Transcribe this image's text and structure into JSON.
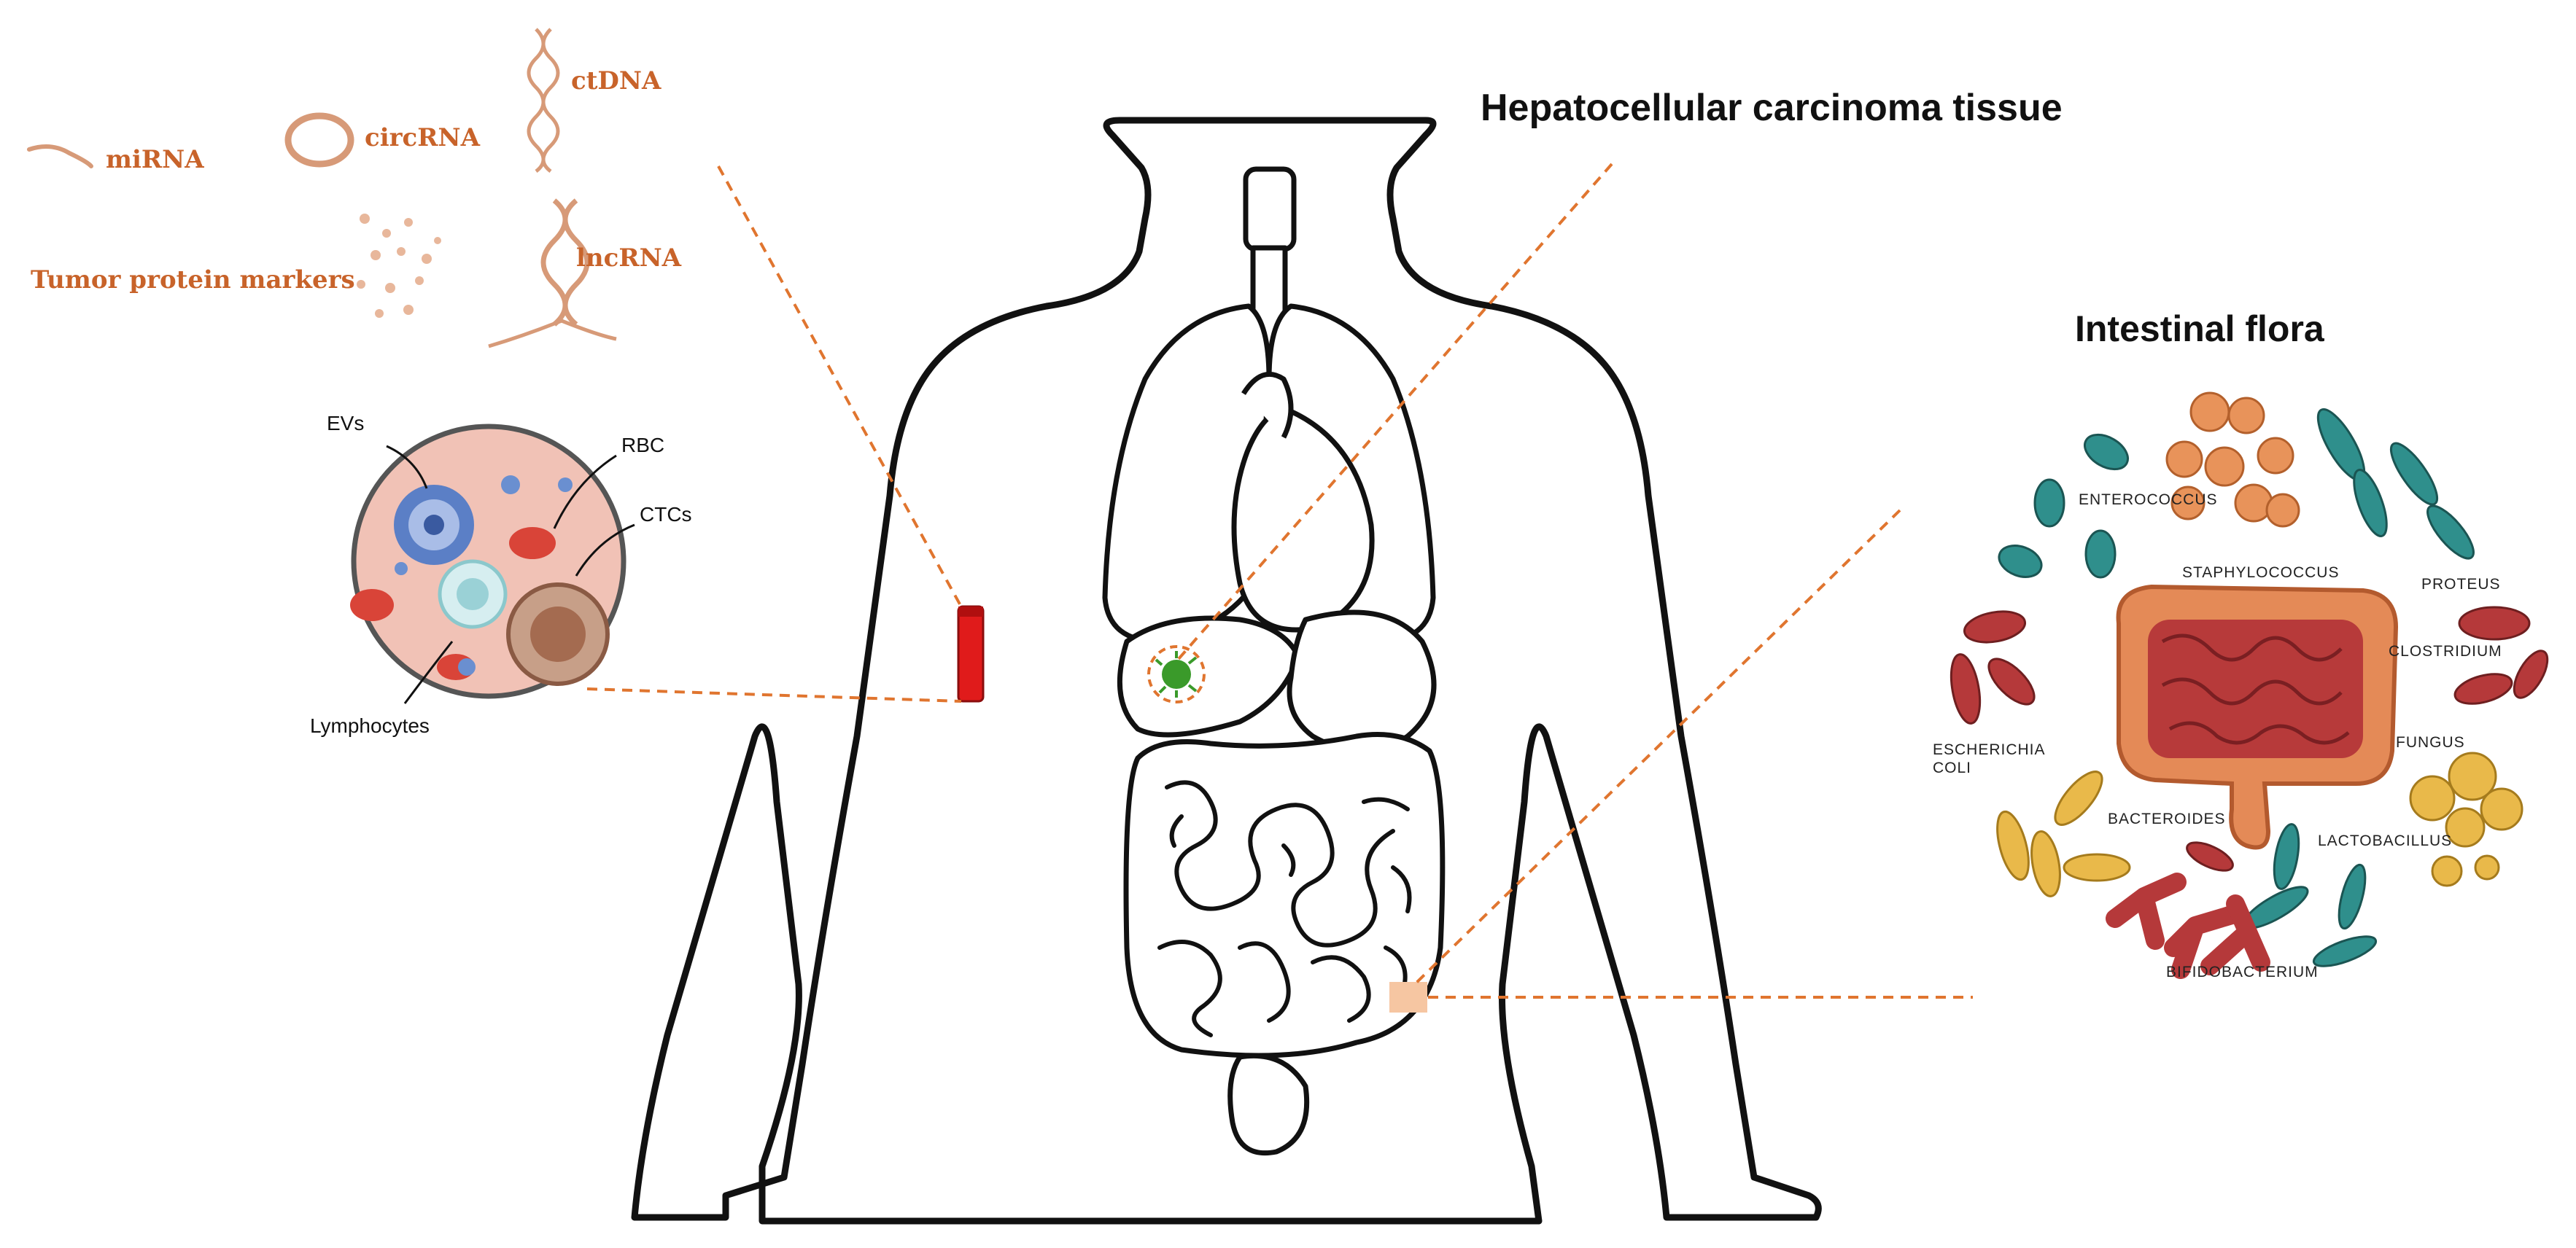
{
  "titles": {
    "tissue": "Hepatocellular carcinoma tissue",
    "flora": "Intestinal flora"
  },
  "biomarkers": {
    "mirna": "miRNA",
    "circrna": "circRNA",
    "ctdna": "ctDNA",
    "tumor_protein": "Tumor protein markers",
    "lncrna": "lncRNA"
  },
  "blood_sample": {
    "evs": "EVs",
    "rbc": "RBC",
    "ctcs": "CTCs",
    "lymphocytes": "Lymphocytes"
  },
  "flora": {
    "enterococcus": "ENTEROCOCCUS",
    "staphylococcus": "STAPHYLOCOCCUS",
    "proteus": "PROTEUS",
    "clostridium": "CLOSTRIDIUM",
    "escherichia_1": "ESCHERICHIA",
    "escherichia_2": "COLI",
    "fungus": "FUNGUS",
    "bacteroides": "BACTEROIDES",
    "lactobacillus": "LACTOBACILLUS",
    "bifidobacterium": "BIFIDOBACTERIUM"
  },
  "colors": {
    "accent_orange": "#c8632a",
    "leader_line": "#e0752f",
    "blood_tube": "#e01b1b",
    "tumor": "#3a9a2a",
    "teal_bacteria": "#2f8f8c",
    "orange_bacteria": "#e8935a",
    "red_bacteria": "#b5393a",
    "yellow_bacteria": "#e9b94a"
  }
}
